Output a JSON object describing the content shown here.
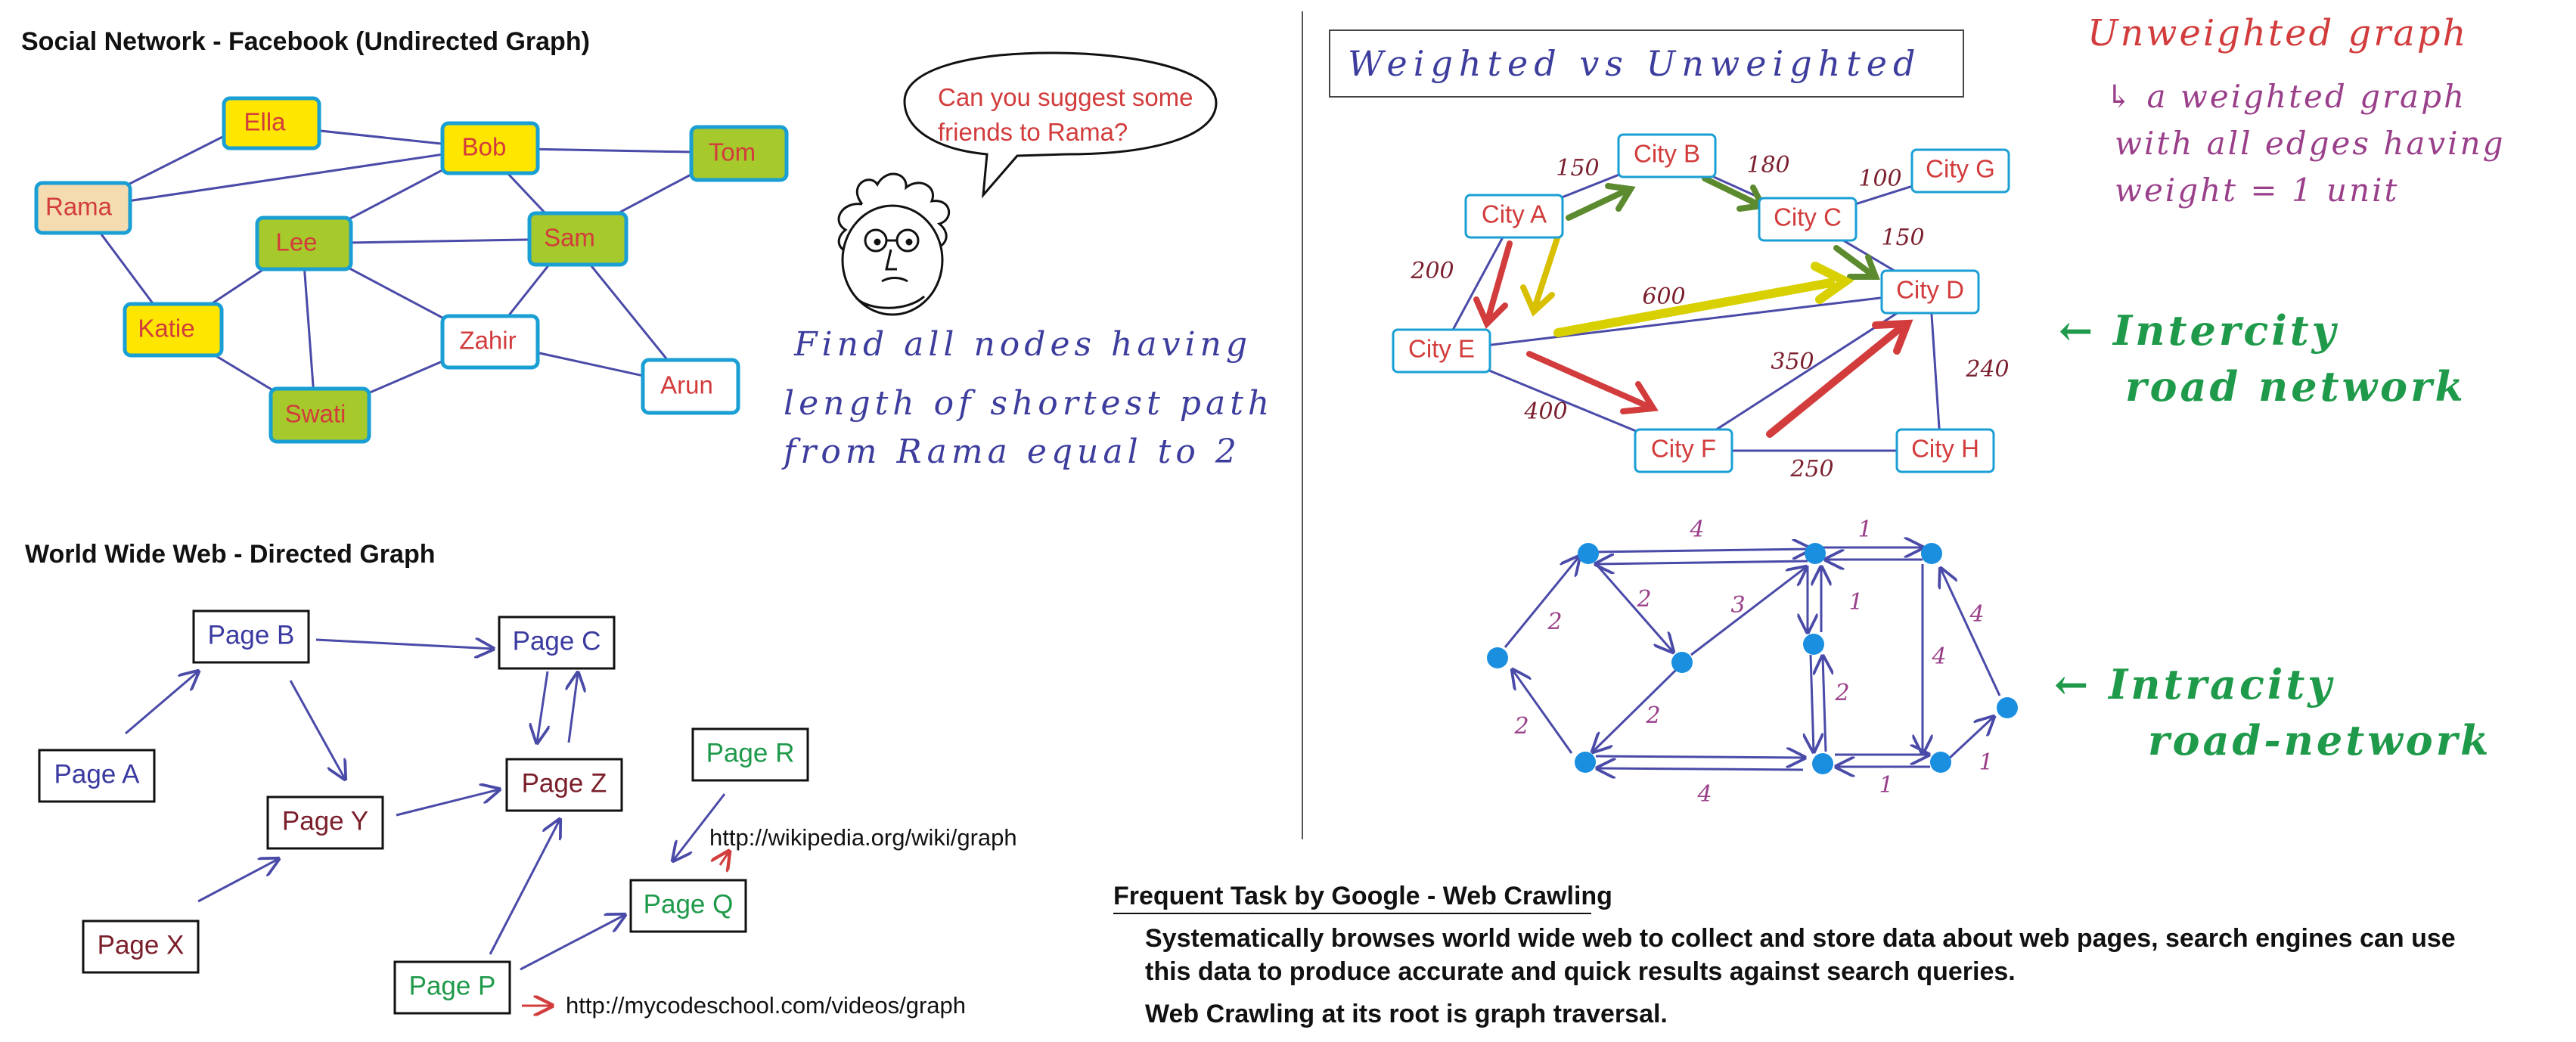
{
  "colors": {
    "edge": "#4a4aa8",
    "node_border": "#1a9fd4",
    "node_yellow": "#ffe600",
    "node_green": "#a6c92c",
    "node_tan": "#f5dcb0",
    "handwriting_blue": "#3d3d9e",
    "handwriting_red": "#d23c3c",
    "handwriting_purple": "#9a3f8a",
    "handwriting_green": "#1e9a4a",
    "web_page_text_blue": "#3a3aa0",
    "web_page_text_maroon": "#7a1e2a",
    "web_page_text_green": "#1e9a4a",
    "city_red": "#d23c3c",
    "dot_blue": "#1a8fe0"
  },
  "social": {
    "title": "Social Network - Facebook (Undirected Graph)",
    "speech_bubble": [
      "Can you suggest some",
      "friends to Rama?"
    ],
    "question": [
      "Find all nodes having",
      "length of shortest path",
      "from Rama equal to 2"
    ],
    "nodes": [
      {
        "id": "rama",
        "label": "Rama",
        "fill": "tan"
      },
      {
        "id": "ella",
        "label": "Ella",
        "fill": "yellow"
      },
      {
        "id": "bob",
        "label": "Bob",
        "fill": "yellow"
      },
      {
        "id": "tom",
        "label": "Tom",
        "fill": "green"
      },
      {
        "id": "lee",
        "label": "Lee",
        "fill": "green"
      },
      {
        "id": "sam",
        "label": "Sam",
        "fill": "green"
      },
      {
        "id": "katie",
        "label": "Katie",
        "fill": "yellow"
      },
      {
        "id": "zahir",
        "label": "Zahir",
        "fill": "white"
      },
      {
        "id": "arun",
        "label": "Arun",
        "fill": "white"
      },
      {
        "id": "swati",
        "label": "Swati",
        "fill": "green"
      }
    ],
    "edges": [
      [
        "rama",
        "ella"
      ],
      [
        "rama",
        "bob"
      ],
      [
        "rama",
        "katie"
      ],
      [
        "ella",
        "bob"
      ],
      [
        "bob",
        "tom"
      ],
      [
        "bob",
        "lee"
      ],
      [
        "bob",
        "sam"
      ],
      [
        "lee",
        "katie"
      ],
      [
        "lee",
        "sam"
      ],
      [
        "lee",
        "swati"
      ],
      [
        "lee",
        "zahir"
      ],
      [
        "sam",
        "tom"
      ],
      [
        "sam",
        "zahir"
      ],
      [
        "sam",
        "arun"
      ],
      [
        "katie",
        "swati"
      ],
      [
        "swati",
        "zahir"
      ],
      [
        "zahir",
        "arun"
      ]
    ]
  },
  "web": {
    "title": "World Wide Web - Directed Graph",
    "pages": [
      {
        "id": "pa",
        "label": "Page A",
        "color": "blue"
      },
      {
        "id": "pb",
        "label": "Page B",
        "color": "blue"
      },
      {
        "id": "pc",
        "label": "Page C",
        "color": "blue"
      },
      {
        "id": "py",
        "label": "Page Y",
        "color": "maroon"
      },
      {
        "id": "pz",
        "label": "Page Z",
        "color": "maroon"
      },
      {
        "id": "px",
        "label": "Page X",
        "color": "maroon"
      },
      {
        "id": "pr",
        "label": "Page R",
        "color": "green"
      },
      {
        "id": "pq",
        "label": "Page Q",
        "color": "green"
      },
      {
        "id": "pp",
        "label": "Page P",
        "color": "green"
      }
    ],
    "url_wiki": "http://wikipedia.org/wiki/graph",
    "url_mycode": "http://mycodeschool.com/videos/graph"
  },
  "crawl": {
    "title": "Frequent Task by Google - Web Crawling",
    "line1": "Systematically browses world wide web to collect and store data about web pages, search engines can use",
    "line2": "this data to produce accurate and quick results against search queries.",
    "line3": "Web Crawling at its root is graph traversal."
  },
  "weighted": {
    "box_title": "Weighted  vs  Unweighted",
    "note_title": "Unweighted graph",
    "note_lines": [
      "↳ a weighted graph",
      "with all edges having",
      "weight = 1 unit"
    ],
    "cities": [
      {
        "id": "a",
        "label": "City A"
      },
      {
        "id": "b",
        "label": "City B"
      },
      {
        "id": "c",
        "label": "City C"
      },
      {
        "id": "g",
        "label": "City G"
      },
      {
        "id": "d",
        "label": "City D"
      },
      {
        "id": "e",
        "label": "City E"
      },
      {
        "id": "f",
        "label": "City F"
      },
      {
        "id": "h",
        "label": "City H"
      }
    ],
    "weights": {
      "ab": "150",
      "bc": "180",
      "cg": "100",
      "cd": "150",
      "ae": "200",
      "ed": "600",
      "fd": "350",
      "dh": "240",
      "ef": "400",
      "fh": "250"
    },
    "intercity": [
      "← Intercity",
      "road network"
    ],
    "intracity": [
      "← Intracity",
      "road-network"
    ],
    "dir_weights": [
      "4",
      "1",
      "2",
      "3",
      "1",
      "4",
      "4",
      "2",
      "2",
      "2",
      "4",
      "1",
      "1"
    ]
  }
}
